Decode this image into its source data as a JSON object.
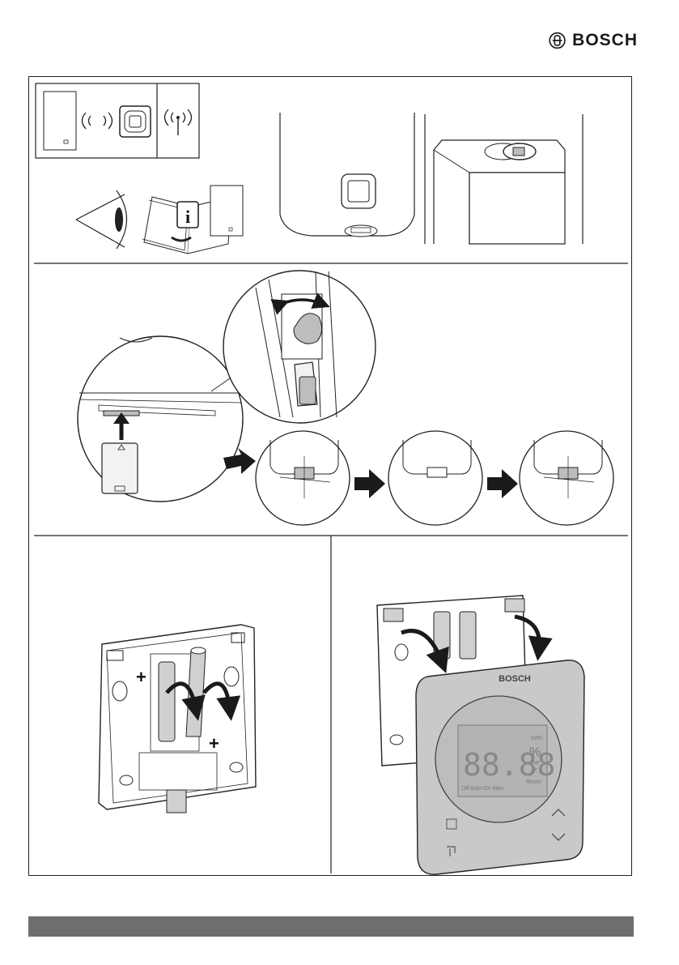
{
  "brand": {
    "name": "BOSCH",
    "logo_icon": "bosch-armature-icon"
  },
  "thermostat": {
    "brand": "BOSCH",
    "lcd_digits": "88.88",
    "lcd_unit_kwh": "kWh",
    "lcd_percent": "%",
    "lcd_bar": "Bar",
    "lcd_check": "✓",
    "lcd_reset": "Reset",
    "lcd_modes": "Off Auto On Man"
  },
  "colors": {
    "line": "#222222",
    "fill_light": "#f2f2f2",
    "fill_mid": "#bdbdbd",
    "arrow": "#1a1a1a",
    "bottom_bar": "#6e6e6e"
  }
}
